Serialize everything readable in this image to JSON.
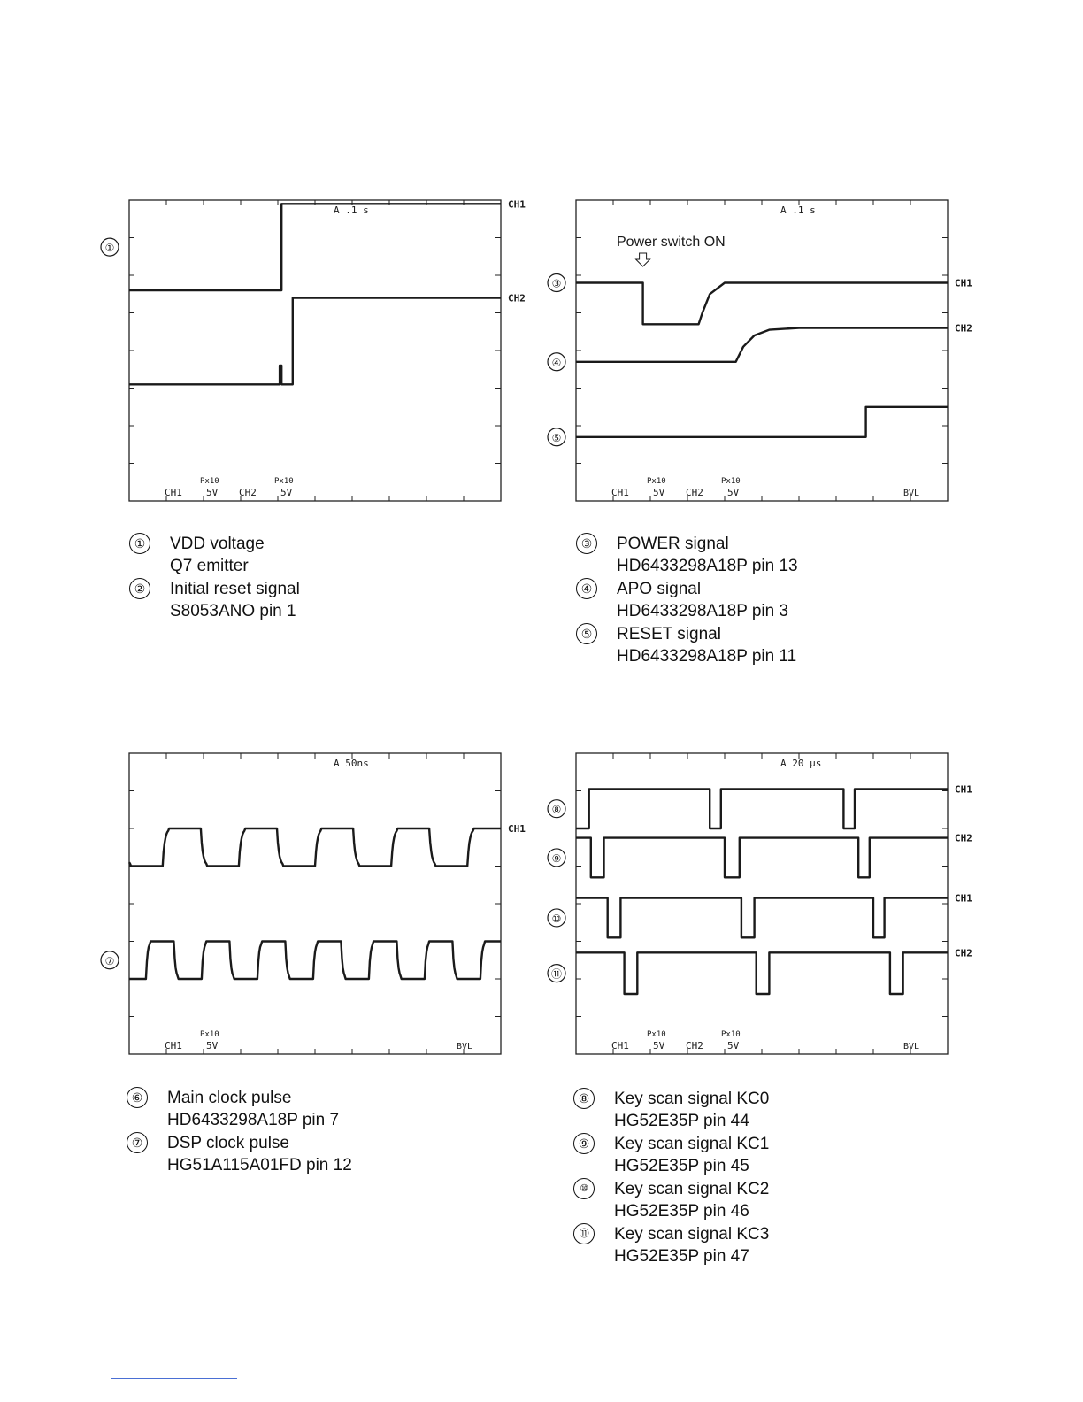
{
  "chart_data": [
    {
      "type": "line",
      "panel": "reset-timing",
      "title": "",
      "timebase": "A .1 s",
      "bottom_labels": {
        "ch1": "CH1",
        "ch1_probe": "Px10",
        "ch1_scale": "5V",
        "ch2": "CH2",
        "ch2_probe": "Px10",
        "ch2_scale": "5V",
        "trigger": ""
      },
      "left_markers": [
        "①"
      ],
      "series": [
        {
          "channel": "CH1",
          "marker": "①",
          "x": [
            0,
            4.1,
            4.1,
            10
          ],
          "y": [
            -2.4,
            -2.4,
            -0.1,
            -0.1
          ]
        },
        {
          "channel": "CH2",
          "marker": "②",
          "x": [
            0,
            4.05,
            4.05,
            4.1,
            4.1,
            4.4,
            4.4,
            10
          ],
          "y": [
            -4.9,
            -4.9,
            -4.4,
            -4.4,
            -4.9,
            -4.9,
            -2.6,
            -2.6
          ]
        }
      ],
      "xlim": [
        0,
        10
      ],
      "ylim": [
        -8,
        0
      ]
    },
    {
      "type": "line",
      "panel": "power-on-sequence",
      "title": "",
      "timebase": "A .1 s",
      "annotation": "Power switch ON",
      "bottom_labels": {
        "ch1": "CH1",
        "ch1_probe": "Px10",
        "ch1_scale": "5V",
        "ch2": "CH2",
        "ch2_probe": "Px10",
        "ch2_scale": "5V",
        "trigger": "BVL"
      },
      "left_markers": [
        "③",
        "④",
        "⑤"
      ],
      "series": [
        {
          "channel": "CH1",
          "marker": "③",
          "x": [
            0,
            1.8,
            1.8,
            3.3,
            3.4,
            3.6,
            4.0,
            10
          ],
          "y": [
            -2.2,
            -2.2,
            -3.3,
            -3.3,
            -3.0,
            -2.5,
            -2.2,
            -2.2
          ]
        },
        {
          "channel": "CH2",
          "marker": "④",
          "x": [
            0,
            4.3,
            4.5,
            4.8,
            5.2,
            6,
            10
          ],
          "y": [
            -4.3,
            -4.3,
            -3.9,
            -3.6,
            -3.45,
            -3.4,
            -3.4
          ]
        },
        {
          "channel": "",
          "marker": "⑤",
          "x": [
            0,
            7.8,
            7.8,
            10
          ],
          "y": [
            -6.3,
            -6.3,
            -5.5,
            -5.5
          ]
        }
      ],
      "xlim": [
        0,
        10
      ],
      "ylim": [
        -8,
        0
      ]
    },
    {
      "type": "line",
      "panel": "clock-pulses",
      "title": "",
      "timebase": "A 50ns",
      "bottom_labels": {
        "ch1": "CH1",
        "ch1_probe": "Px10",
        "ch1_scale": "5V",
        "ch2": "",
        "ch2_probe": "",
        "ch2_scale": "",
        "trigger": "BVL"
      },
      "left_markers": [
        "⑦"
      ],
      "series": [
        {
          "channel": "CH1",
          "marker": "⑥",
          "period": 2.05,
          "phase": 0.9,
          "duty": 0.5,
          "high": -2.0,
          "low": -3.0
        },
        {
          "channel": "",
          "marker": "⑦",
          "period": 1.5,
          "phase": 0.45,
          "duty": 0.5,
          "high": -5.0,
          "low": -6.0
        }
      ],
      "xlim": [
        0,
        10
      ],
      "ylim": [
        -8,
        0
      ]
    },
    {
      "type": "line",
      "panel": "key-scan",
      "title": "",
      "timebase": "A 20 μs",
      "bottom_labels": {
        "ch1": "CH1",
        "ch1_probe": "Px10",
        "ch1_scale": "5V",
        "ch2": "CH2",
        "ch2_probe": "Px10",
        "ch2_scale": "5V",
        "trigger": "BVL"
      },
      "left_markers": [
        "⑧",
        "⑨",
        "⑩",
        "⑪"
      ],
      "series": [
        {
          "channel": "CH1",
          "marker": "⑧",
          "high": -0.95,
          "low": -2.0,
          "pulses": [
            [
              0,
              0.35
            ],
            [
              3.6,
              3.9
            ],
            [
              7.2,
              7.5
            ]
          ]
        },
        {
          "channel": "CH2",
          "marker": "⑨",
          "high": -2.25,
          "low": -3.3,
          "pulses": [
            [
              0.4,
              0.75
            ],
            [
              4.0,
              4.4
            ],
            [
              7.6,
              7.9
            ]
          ]
        },
        {
          "channel": "CH1",
          "marker": "⑩",
          "high": -3.85,
          "low": -4.9,
          "pulses": [
            [
              0.85,
              1.2
            ],
            [
              4.45,
              4.8
            ],
            [
              8.0,
              8.3
            ]
          ]
        },
        {
          "channel": "CH2",
          "marker": "⑪",
          "high": -5.3,
          "low": -6.4,
          "pulses": [
            [
              1.3,
              1.65
            ],
            [
              4.85,
              5.2
            ],
            [
              8.45,
              8.8
            ]
          ]
        }
      ],
      "xlim": [
        0,
        10
      ],
      "ylim": [
        -8,
        0
      ]
    }
  ],
  "legends": [
    {
      "items": [
        {
          "num": "①",
          "line1": "VDD voltage",
          "line2": "Q7 emitter"
        },
        {
          "num": "②",
          "line1": "Initial reset signal",
          "line2": "S8053ANO pin 1"
        }
      ]
    },
    {
      "items": [
        {
          "num": "③",
          "line1": "POWER signal",
          "line2": "HD6433298A18P pin 13"
        },
        {
          "num": "④",
          "line1": "APO signal",
          "line2": "HD6433298A18P pin 3"
        },
        {
          "num": "⑤",
          "line1": "RESET signal",
          "line2": "HD6433298A18P pin 11"
        }
      ]
    },
    {
      "items": [
        {
          "num": "⑥",
          "line1": "Main clock pulse",
          "line2": "HD6433298A18P pin 7"
        },
        {
          "num": "⑦",
          "line1": "DSP clock pulse",
          "line2": "HG51A115A01FD pin 12"
        }
      ]
    },
    {
      "items": [
        {
          "num": "⑧",
          "line1": "Key scan signal KC0",
          "line2": "HG52E35P pin 44"
        },
        {
          "num": "⑨",
          "line1": "Key scan signal KC1",
          "line2": "HG52E35P pin 45"
        },
        {
          "num": "⑩",
          "line1": "Key scan signal KC2",
          "line2": "HG52E35P pin 46"
        },
        {
          "num": "⑪",
          "line1": "Key scan signal KC3",
          "line2": "HG52E35P pin 47"
        }
      ]
    }
  ],
  "colors": {
    "trace": "#1a1a1a",
    "frame": "#222222",
    "text": "#111111",
    "footer_rule": "#4a6fd4"
  }
}
